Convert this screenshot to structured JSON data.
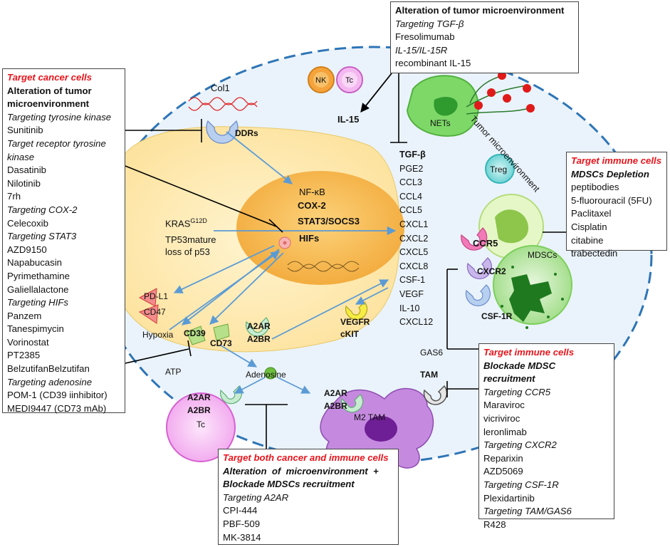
{
  "top_box": {
    "title": "Alteration of tumor microenvironment",
    "items": [
      {
        "text": "Targeting TGF-β",
        "style": "italic"
      },
      {
        "text": "Fresolimumab",
        "style": "normal"
      },
      {
        "text": "IL-15/IL-15R",
        "style": "italic"
      },
      {
        "text": "recombinant IL-15",
        "style": "normal"
      }
    ]
  },
  "left_box": {
    "header": "Target cancer cells",
    "title": "Alteration of tumor microenvironment",
    "items": [
      {
        "text": "Targeting tyrosine kinase",
        "style": "italic"
      },
      {
        "text": "Sunitinib",
        "style": "normal"
      },
      {
        "text": "Target receptor tyrosine kinase",
        "style": "italic"
      },
      {
        "text": "Dasatinib",
        "style": "normal"
      },
      {
        "text": "Nilotinib",
        "style": "normal"
      },
      {
        "text": "7rh",
        "style": "normal"
      },
      {
        "text": "Targeting COX-2",
        "style": "italic"
      },
      {
        "text": "Celecoxib",
        "style": "normal"
      },
      {
        "text": "Targeting STAT3",
        "style": "italic"
      },
      {
        "text": "AZD9150",
        "style": "normal"
      },
      {
        "text": "Napabucasin",
        "style": "normal"
      },
      {
        "text": "Pyrimethamine",
        "style": "normal"
      },
      {
        "text": "Galiellalactone",
        "style": "normal"
      },
      {
        "text": "Targeting HIFs",
        "style": "italic"
      },
      {
        "text": "Panzem",
        "style": "normal"
      },
      {
        "text": "Tanespimycin",
        "style": "normal"
      },
      {
        "text": "Vorinostat",
        "style": "normal"
      },
      {
        "text": "PT2385",
        "style": "normal"
      },
      {
        "text": "BelzutifanBelzutifan",
        "style": "normal"
      },
      {
        "text": "Targeting adenosine",
        "style": "italic"
      },
      {
        "text": "POM-1 (CD39 iinhibitor)",
        "style": "normal"
      },
      {
        "text": "MEDI9447 (CD73 mAb)",
        "style": "normal"
      }
    ]
  },
  "right_box_1": {
    "header": "Target immune cells",
    "title": "MDSCs Depletion",
    "items": [
      "peptibodies",
      "5-fluorouracil (5FU)",
      "Paclitaxel",
      "Cisplatin",
      "citabine",
      "trabectedin"
    ]
  },
  "right_box_2": {
    "header": "Target immune cells",
    "title": "Blockade MDSC recruitment",
    "items": [
      {
        "text": "Targeting CCR5",
        "style": "italic"
      },
      {
        "text": "Maraviroc",
        "style": "normal"
      },
      {
        "text": "vicriviroc",
        "style": "normal"
      },
      {
        "text": "leronlimab",
        "style": "normal"
      },
      {
        "text": "Targeting CXCR2",
        "style": "italic"
      },
      {
        "text": "Reparixin",
        "style": "normal"
      },
      {
        "text": "AZD5069",
        "style": "normal"
      },
      {
        "text": "Targeting CSF-1R",
        "style": "italic"
      },
      {
        "text": "Plexidartinib",
        "style": "normal"
      },
      {
        "text": "Targeting TAM/GAS6",
        "style": "italic"
      },
      {
        "text": "R428",
        "style": "normal"
      }
    ]
  },
  "bottom_box": {
    "header": "Target both cancer and immune cells",
    "title_line1": "Alteration  of  microenvironment  +",
    "title_line2": "Blockade MDSCs recruitment",
    "items": [
      {
        "text": "Targeting A2AR",
        "style": "italic"
      },
      {
        "text": "CPI-444",
        "style": "normal"
      },
      {
        "text": "PBF-509",
        "style": "normal"
      },
      {
        "text": "MK-3814",
        "style": "normal"
      }
    ]
  },
  "diagram": {
    "col1": "Col1",
    "ddrs": "DDRs",
    "nfkb": "NF-κB",
    "cox2": "COX-2",
    "stat3": "STAT3/SOCS3",
    "hifs": "HIFs",
    "kras": "KRAS",
    "kras_sup": "G12D",
    "tp53_line1": "TP53mature",
    "tp53_line2": "loss of p53",
    "nk": "NK",
    "tc_small": "Tc",
    "il15": "IL-15",
    "nets": "NETs",
    "tumor_micro": "Tumor microenvironment",
    "treg": "Treg",
    "cytokines": [
      {
        "text": "TGF-β",
        "bold": true
      },
      {
        "text": "PGE2",
        "bold": false
      },
      {
        "text": "CCL3",
        "bold": false
      },
      {
        "text": "CCL4",
        "bold": false
      },
      {
        "text": "CCL5",
        "bold": false
      },
      {
        "text": "CXCL1",
        "bold": false
      },
      {
        "text": "CXCL2",
        "bold": false
      },
      {
        "text": "CXCL5",
        "bold": false
      },
      {
        "text": "CXCL8",
        "bold": false
      },
      {
        "text": "CSF-1",
        "bold": false
      },
      {
        "text": "VEGF",
        "bold": false
      },
      {
        "text": "IL-10",
        "bold": false
      },
      {
        "text": "CXCL12",
        "bold": false
      }
    ],
    "ccr5": "CCR5",
    "cxcr2": "CXCR2",
    "csf1r": "CSF-1R",
    "mdscs": "MDSCs",
    "pdl1": "PD-L1",
    "cd47": "CD47",
    "hypoxia": "Hypoxia",
    "cd39": "CD39",
    "cd73": "CD73",
    "a2ar": "A2AR",
    "a2br": "A2BR",
    "vegfr": "VEGFR",
    "ckit": "cKIT",
    "atp": "ATP",
    "adenosine": "Adenosine",
    "gas6": "GAS6",
    "tam": "TAM",
    "m2tam": "M2 TAM",
    "tc_large": "Tc"
  },
  "colors": {
    "header_red": "#e8141b",
    "arrow_blue": "#5b9bd5",
    "dashed_blue": "#2e75b6",
    "cell_yellow": "#fde9a8",
    "nucleus_orange": "#f5b84a"
  }
}
